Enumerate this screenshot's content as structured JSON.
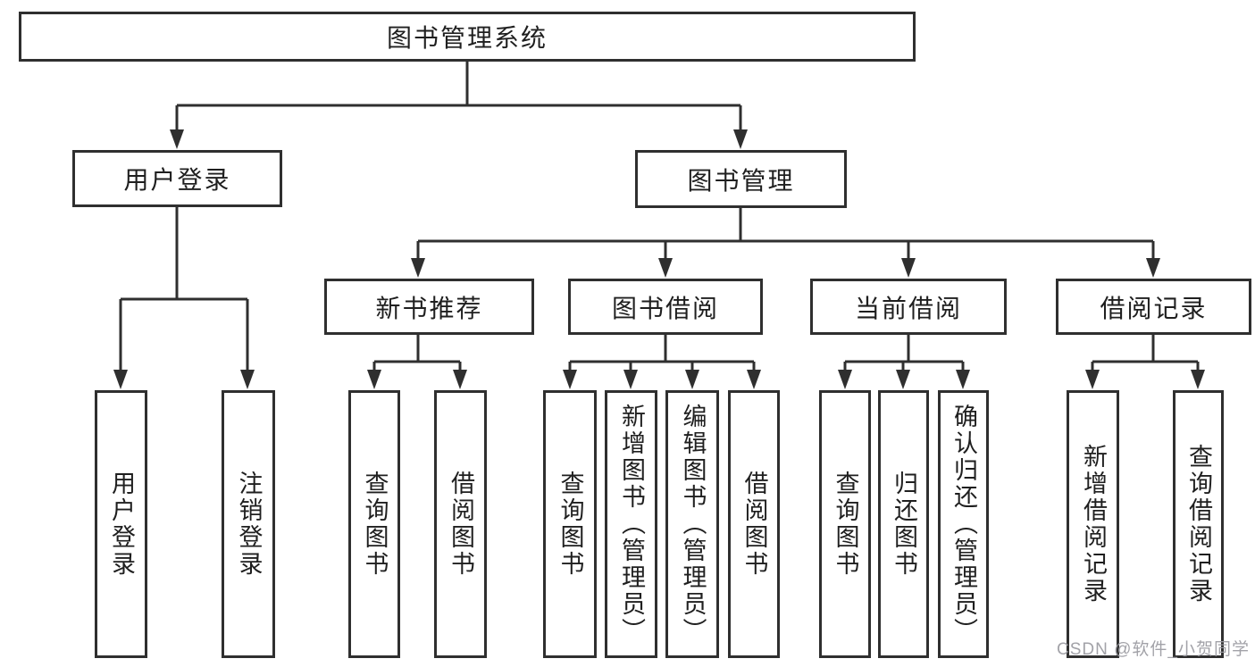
{
  "tree": {
    "root": {
      "label": "图书管理系统"
    },
    "branches": [
      {
        "label": "用户登录",
        "children": [
          {
            "label": "用户登录"
          },
          {
            "label": "注销登录"
          }
        ]
      },
      {
        "label": "图书管理",
        "children": [
          {
            "label": "新书推荐",
            "children": [
              {
                "label": "查询图书"
              },
              {
                "label": "借阅图书"
              }
            ]
          },
          {
            "label": "图书借阅",
            "children": [
              {
                "label": "查询图书"
              },
              {
                "label": "新增图书（管理员）"
              },
              {
                "label": "编辑图书（管理员）"
              },
              {
                "label": "借阅图书"
              }
            ]
          },
          {
            "label": "当前借阅",
            "children": [
              {
                "label": "查询图书"
              },
              {
                "label": "归还图书"
              },
              {
                "label": "确认归还（管理员）"
              }
            ]
          },
          {
            "label": "借阅记录",
            "children": [
              {
                "label": "新增借阅记录"
              },
              {
                "label": "查询借阅记录"
              }
            ]
          }
        ]
      }
    ]
  },
  "watermark": "CSDN @软件_小贺同学",
  "colors": {
    "line": "#2f2f2f",
    "box_border": "#2f2f2f",
    "text": "#1f1f1f",
    "watermark": "#9b9ba1",
    "background": "#ffffff"
  }
}
